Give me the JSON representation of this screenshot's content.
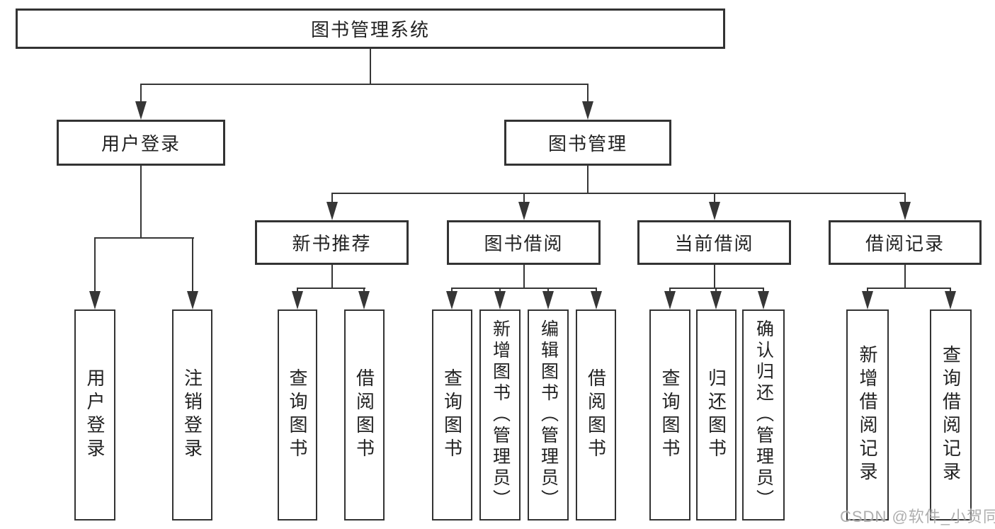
{
  "diagram": {
    "title": "图书管理系统",
    "branches": [
      {
        "label": "用户登录",
        "children": [
          {
            "label": "用户登录"
          },
          {
            "label": "注销登录"
          }
        ]
      },
      {
        "label": "图书管理",
        "children": [
          {
            "label": "新书推荐",
            "children": [
              {
                "label": "查询图书"
              },
              {
                "label": "借阅图书"
              }
            ]
          },
          {
            "label": "图书借阅",
            "children": [
              {
                "label": "查询图书"
              },
              {
                "label": "新增图书（管理员）"
              },
              {
                "label": "编辑图书（管理员）"
              },
              {
                "label": "借阅图书"
              }
            ]
          },
          {
            "label": "当前借阅",
            "children": [
              {
                "label": "查询图书"
              },
              {
                "label": "归还图书"
              },
              {
                "label": "确认归还（管理员）"
              }
            ]
          },
          {
            "label": "借阅记录",
            "children": [
              {
                "label": "新增借阅记录"
              },
              {
                "label": "查询借阅记录"
              }
            ]
          }
        ]
      }
    ]
  },
  "watermark": {
    "text": "CSDN @软件_小贺同学"
  },
  "colors": {
    "line": "#363636",
    "box_border": "#333333",
    "text": "#222222",
    "background": "#ffffff",
    "watermark_gray": "#a6a6a6"
  }
}
